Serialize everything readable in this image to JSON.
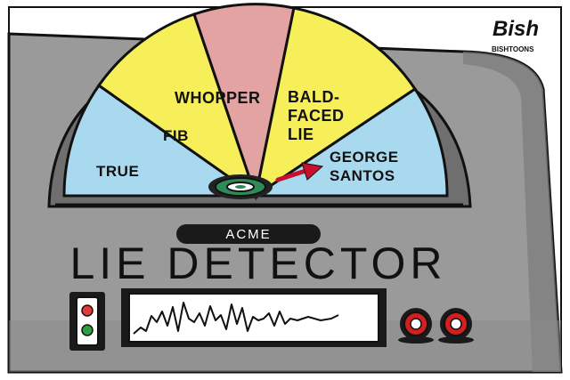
{
  "signature": {
    "name": "Bish",
    "tag": "BISHTOONS"
  },
  "gauge": {
    "segments": [
      {
        "label": "TRUE",
        "color": "#a9d9ee"
      },
      {
        "label": "FIB",
        "color": "#f7ef5a"
      },
      {
        "label": "WHOPPER",
        "color": "#e3a3a3"
      },
      {
        "label_lines": [
          "BALD-",
          "FACED",
          "LIE"
        ],
        "color": "#f7ef5a"
      },
      {
        "label_lines": [
          "GEORGE",
          "SANTOS"
        ],
        "color": "#a9d9ee"
      }
    ],
    "needle_color": "#c8102e"
  },
  "plate": {
    "brand": "ACME",
    "title": "LIE DETECTOR"
  },
  "colors": {
    "body": "#9a9a9a",
    "body_dark": "#6f6f6f",
    "hub": "#2e8b57",
    "knob": "#d21f1f",
    "light_red": "#e53935",
    "light_green": "#2e9e3e",
    "screen": "#ffffff"
  }
}
